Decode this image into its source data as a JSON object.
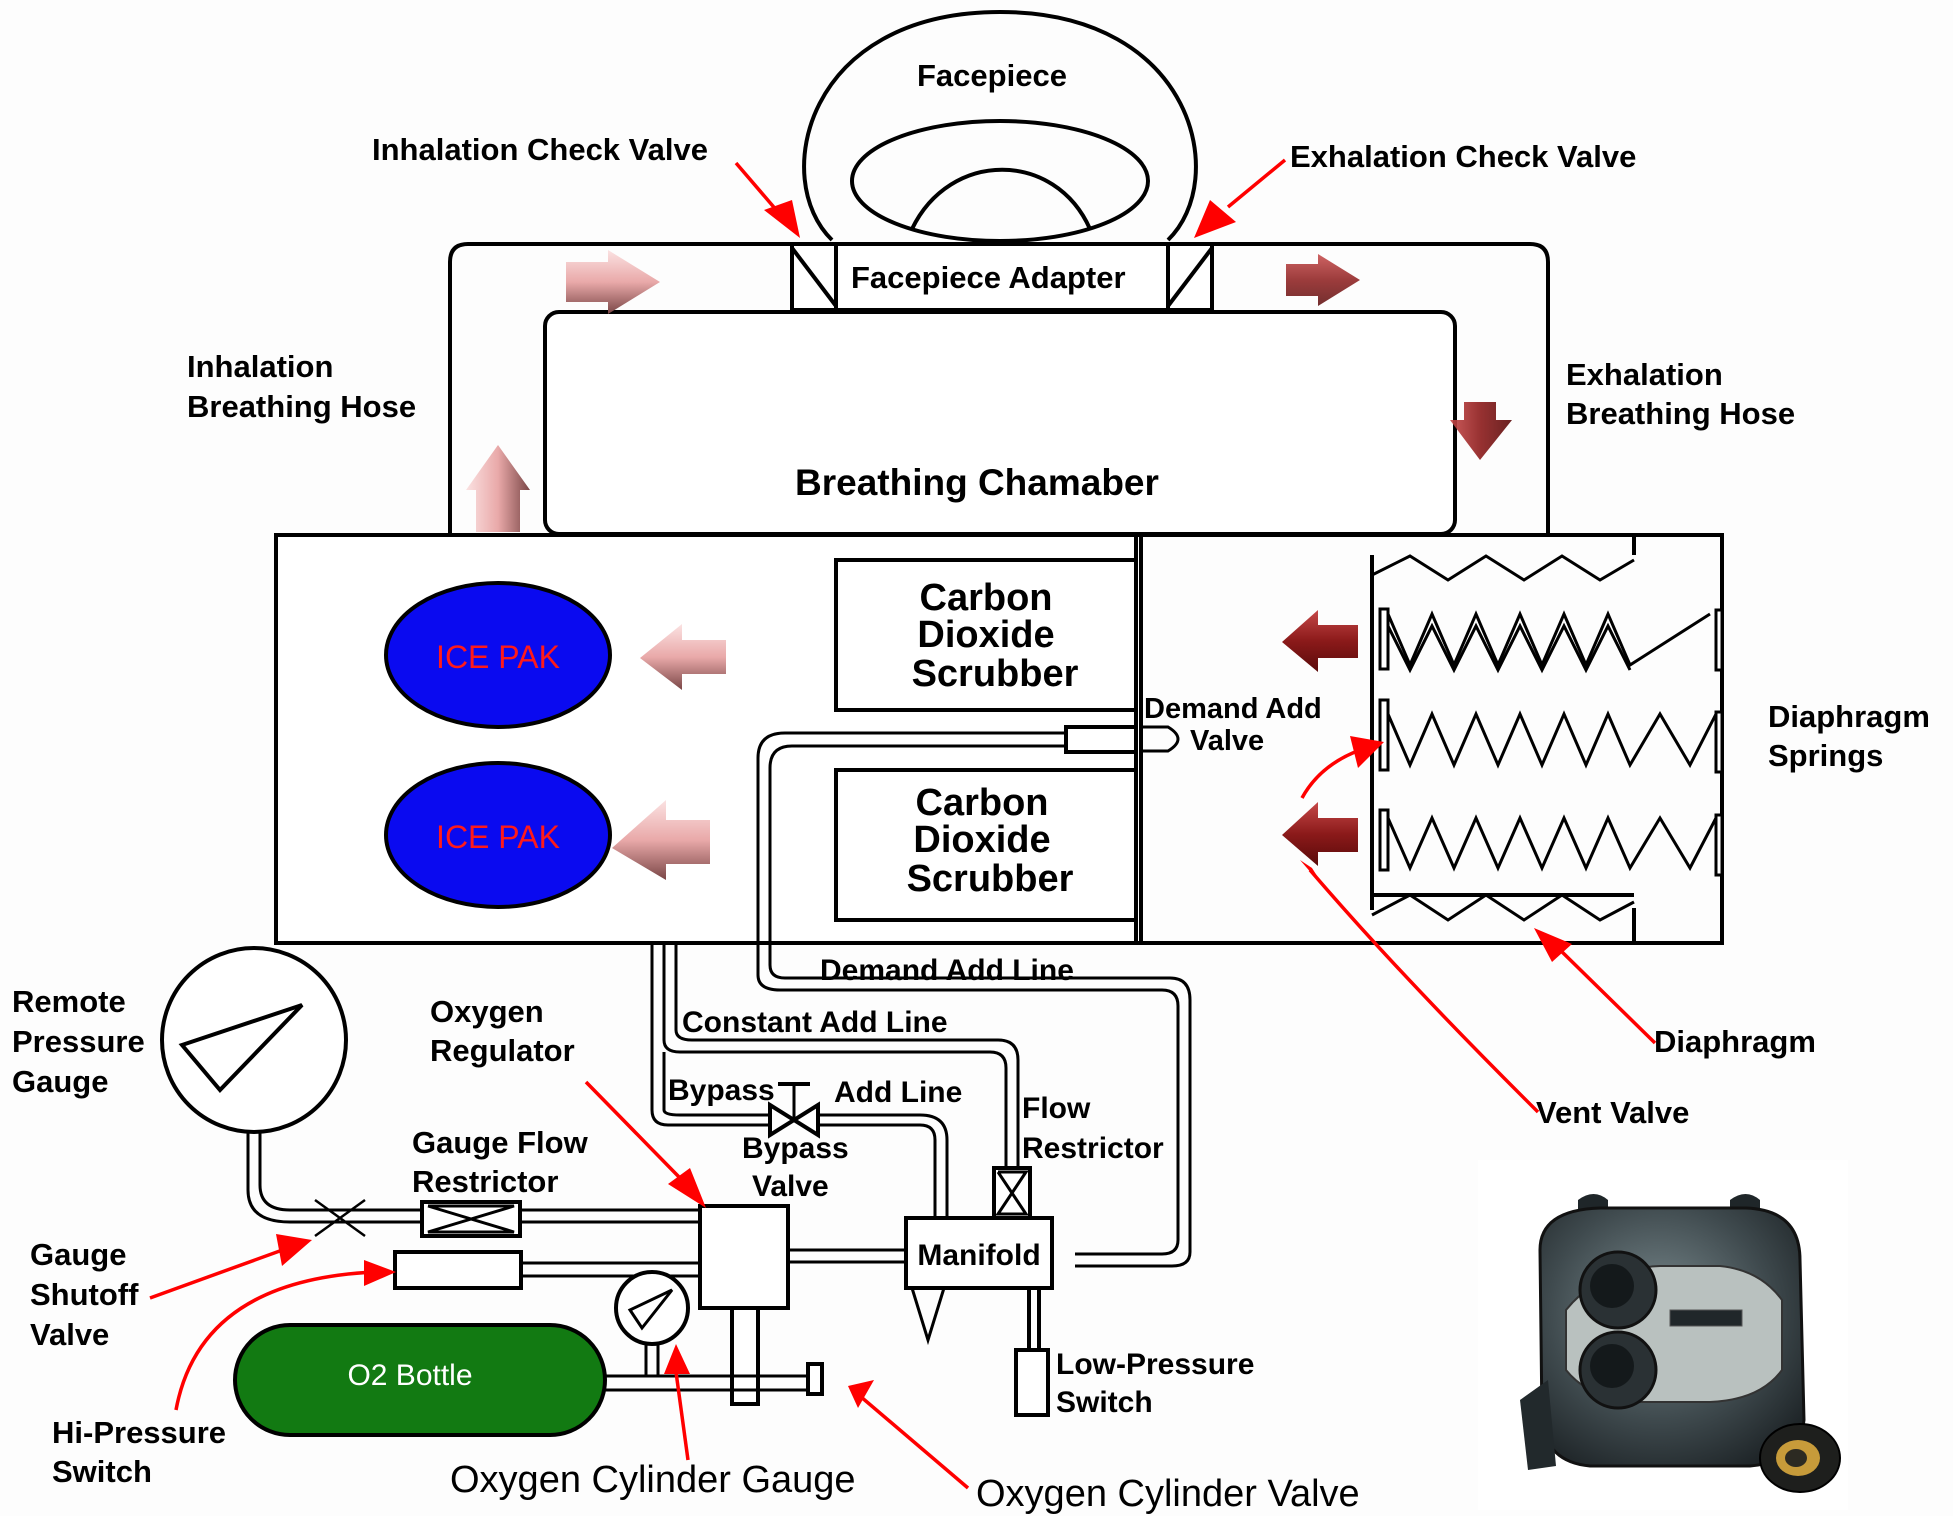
{
  "labels": {
    "facepiece": "Facepiece",
    "inhalation_check_valve": "Inhalation Check Valve",
    "exhalation_check_valve": "Exhalation Check Valve",
    "facepiece_adapter": "Facepiece Adapter",
    "inhalation_hose_1": "Inhalation",
    "inhalation_hose_2": "Breathing Hose",
    "exhalation_hose_1": "Exhalation",
    "exhalation_hose_2": "Breathing Hose",
    "breathing_chamber": "Breathing Chamaber",
    "ice_pak_top": "ICE PAK",
    "ice_pak_bottom": "ICE PAK",
    "scrubber_top": [
      "Carbon",
      "Dioxide",
      "Scrubber"
    ],
    "scrubber_bottom": [
      "Carbon",
      "Dioxide",
      "Scrubber"
    ],
    "demand_add_valve_1": "Demand Add",
    "demand_add_valve_2": "Valve",
    "diaphragm_springs_1": "Diaphragm",
    "diaphragm_springs_2": "Springs",
    "demand_add_line": "Demand Add Line",
    "constant_add_line": "Constant Add Line",
    "bypass": "Bypass",
    "add_line": "Add Line",
    "bypass_valve_1": "Bypass",
    "bypass_valve_2": "Valve",
    "flow_restrictor_1": "Flow",
    "flow_restrictor_2": "Restrictor",
    "diaphragm": "Diaphragm",
    "vent_valve": "Vent Valve",
    "remote_pressure_gauge": [
      "Remote",
      "Pressure",
      "Gauge"
    ],
    "oxygen_regulator_1": "Oxygen",
    "oxygen_regulator_2": "Regulator",
    "gauge_flow_restrictor_1": "Gauge Flow",
    "gauge_flow_restrictor_2": "Restrictor",
    "manifold": "Manifold",
    "gauge_shutoff_valve": [
      "Gauge",
      "Shutoff",
      "Valve"
    ],
    "o2_bottle": "O2 Bottle",
    "low_pressure_switch_1": "Low-Pressure",
    "low_pressure_switch_2": "Switch",
    "hi_pressure_switch_1": "Hi-Pressure",
    "hi_pressure_switch_2": "Switch",
    "oxygen_cylinder_gauge": "Oxygen Cylinder Gauge",
    "oxygen_cylinder_valve": "Oxygen Cylinder Valve"
  },
  "colors": {
    "ice_pak_fill": "#0a0af0",
    "ice_pak_text": "#ff1a1a",
    "o2_bottle_fill": "#127a12",
    "pointer_arrow": "#ff0000",
    "flow_arrow_pink": "#f4c4c4",
    "flow_arrow_maroon": "#8b1a1a"
  },
  "icons": {
    "flow_arrows": "flow-direction-arrow",
    "pointer_arrows": "red-callout-arrow",
    "photo": "rebreather-unit-photo"
  }
}
